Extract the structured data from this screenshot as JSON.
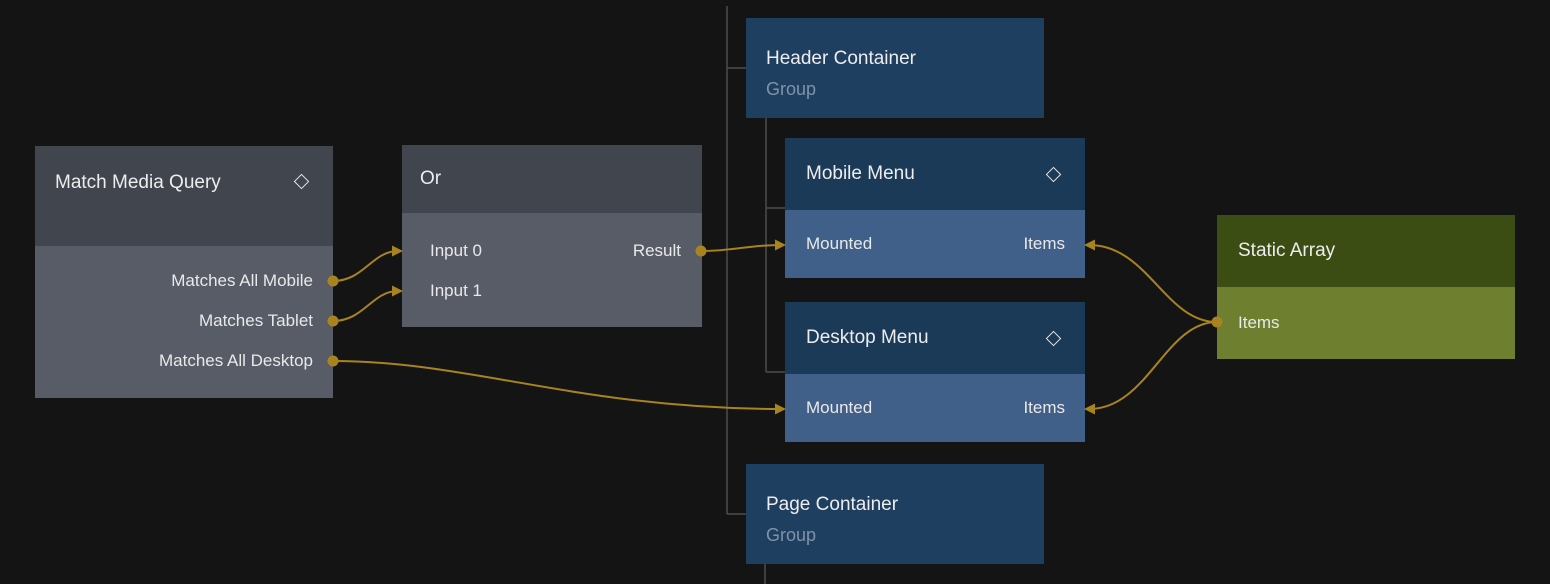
{
  "theme": {
    "background": "#141414",
    "connection_color": "#a8831f",
    "tree_line_color": "#4d4d4d",
    "grey_header": "#41454e",
    "grey_body": "#575c66",
    "blue_header": "#1b3a57",
    "blue_body": "#406089",
    "group_fill": "#1e3f60",
    "green_header": "#3c4d14",
    "green_body": "#6e8030",
    "title_text": "#ededed",
    "subtitle_text": "#7e93a9"
  },
  "icons": {
    "component_badge": "diamond-outline-icon"
  },
  "nodes": {
    "match_media_query": {
      "title": "Match Media Query",
      "right_ports": {
        "mobile": "Matches All Mobile",
        "tablet": "Matches Tablet",
        "desktop": "Matches All Desktop"
      }
    },
    "or": {
      "title": "Or",
      "left_ports": {
        "input0": "Input 0",
        "input1": "Input 1"
      },
      "right_ports": {
        "result": "Result"
      }
    },
    "header_container": {
      "title": "Header Container",
      "subtitle": "Group"
    },
    "mobile_menu": {
      "title": "Mobile Menu",
      "left_ports": {
        "mounted": "Mounted"
      },
      "right_ports": {
        "items": "Items"
      }
    },
    "desktop_menu": {
      "title": "Desktop Menu",
      "left_ports": {
        "mounted": "Mounted"
      },
      "right_ports": {
        "items": "Items"
      }
    },
    "page_container": {
      "title": "Page Container",
      "subtitle": "Group"
    },
    "static_array": {
      "title": "Static Array",
      "left_ports": {
        "items": "Items"
      }
    }
  },
  "connections": [
    {
      "from": "Match Media Query.Matches All Mobile",
      "to": "Or.Input 0"
    },
    {
      "from": "Match Media Query.Matches Tablet",
      "to": "Or.Input 1"
    },
    {
      "from": "Match Media Query.Matches All Desktop",
      "to": "Desktop Menu.Mounted"
    },
    {
      "from": "Or.Result",
      "to": "Mobile Menu.Mounted"
    },
    {
      "from": "Static Array.Items",
      "to": "Mobile Menu.Items"
    },
    {
      "from": "Static Array.Items",
      "to": "Desktop Menu.Items"
    }
  ]
}
